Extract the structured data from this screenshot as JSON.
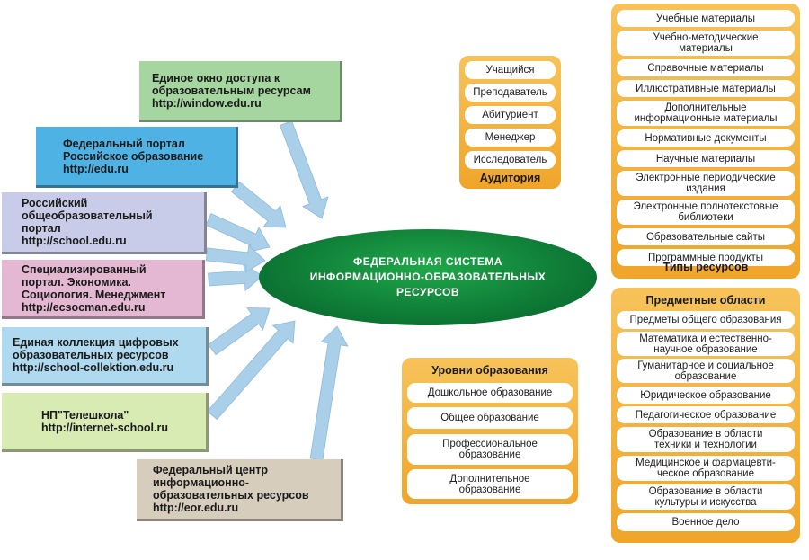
{
  "center": {
    "text": "ФЕДЕРАЛЬНАЯ СИСТЕМА\nИНФОРМАЦИОННО-ОБРАЗОВАТЕЛЬНЫХ\nРЕСУРСОВ"
  },
  "portals": [
    {
      "text": "Единое окно доступа к\nобразовательным ресурсам\nhttp://window.edu.ru",
      "color": "#a6d6a0"
    },
    {
      "text": "Федеральный портал\nРоссийское образование\nhttp://edu.ru",
      "color": "#4fb2e4"
    },
    {
      "text": "Российский\nобщеобразовательный\nпортал\nhttp://school.edu.ru",
      "color": "#c9cce9"
    },
    {
      "text": "Специализированный\nпортал. Экономика.\nСоциология. Менеджмент\nhttp://ecsocman.edu.ru",
      "color": "#e4b7d3"
    },
    {
      "text": "Единая коллекция цифровых\nобразовательных ресурсов\nhttp://school-collektion.edu.ru",
      "color": "#aed9ef"
    },
    {
      "text": "НП\"Телешкола\"\nhttp://internet-school.ru",
      "color": "#d7ebb3"
    },
    {
      "text": "Федеральный центр\nинформационно-\nобразовательных ресурсов\nhttp://eor.edu.ru",
      "color": "#d6cdbd"
    }
  ],
  "audience": {
    "title": "Аудитория",
    "items": [
      "Учащийся",
      "Преподаватель",
      "Абитуриент",
      "Менеджер",
      "Исследователь"
    ]
  },
  "resource_types": {
    "title": "Типы ресурсов",
    "items": [
      "Учебные материалы",
      "Учебно-методические\nматериалы",
      "Справочные материалы",
      "Иллюстративные материалы",
      "Дополнительные\nинформационные материалы",
      "Нормативные документы",
      "Научные материалы",
      "Электронные периодические\nиздания",
      "Электронные полнотекстовые\nбиблиотеки",
      "Образовательные сайты",
      "Программные продукты"
    ]
  },
  "education_levels": {
    "title": "Уровни образования",
    "items": [
      "Дошкольное образование",
      "Общее образование",
      "Профессиональное\nобразование",
      "Дополнительное\nобразование"
    ]
  },
  "subject_areas": {
    "title": "Предметные области",
    "items": [
      "Предметы общего образования",
      "Математика и естественно-\nнаучное образование",
      "Гуманитарное и социальное\nобразование",
      "Юридическое образование",
      "Педагогическое образование",
      "Образование в области\nтехники и технологии",
      "Медицинское и фармацевти-\nческое образование",
      "Образование в области\nкультуры и искусства",
      "Военное дело"
    ]
  },
  "colors": {
    "panel": "#f0a52a",
    "ellipse": "#0e7a36",
    "arrow": "#a9cfe9"
  }
}
